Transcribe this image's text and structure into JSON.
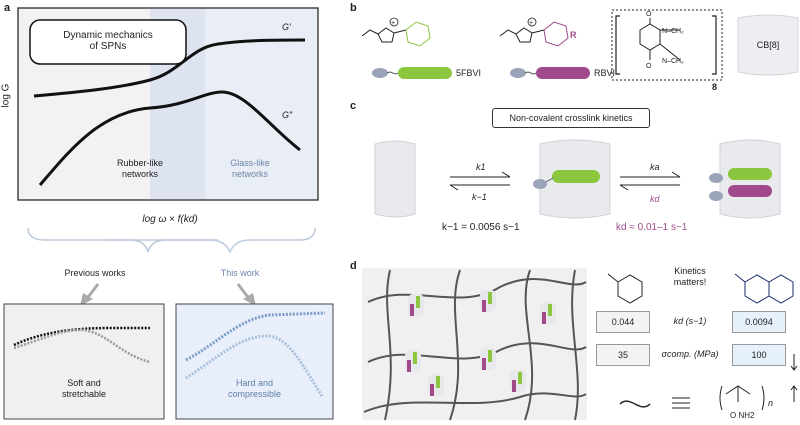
{
  "panel_labels": {
    "a": "a",
    "b": "b",
    "c": "c",
    "d": "d"
  },
  "panel_a": {
    "callout": "Dynamic mechanics\nof SPNs",
    "ylabel": "log G",
    "xlabel": "log ω × f(kd)",
    "curve_upper": "G′",
    "curve_lower": "G″",
    "region_left": "Rubber-like\nnetworks",
    "region_right": "Glass-like\nnetworks",
    "branch_left": "Previous works",
    "branch_right": "This work",
    "card_left": "Soft and\nstretchable",
    "card_right": "Hard and\ncompressible",
    "colors": {
      "plot_bg": "#f2f2f2",
      "glass_band": "#dde3ef",
      "blue": "#7a9cc6",
      "card_blue": "#e9effa"
    }
  },
  "panel_b": {
    "mol1_label": "5FBVI",
    "mol2_label": "RBVI",
    "mol2_substituent": "R",
    "cb_label": "CB[8]",
    "repeat_subscript": "8",
    "colors": {
      "green": "#8cc63e",
      "purple": "#a04a8c"
    }
  },
  "panel_c": {
    "title": "Non-covalent crosslink kinetics",
    "k1": "k1",
    "k_minus1": "k−1",
    "ka": "ka",
    "kd": "kd",
    "rate_left": "k−1 = 0.0056 s−1",
    "rate_right": "kd ≈ 0.01–1 s−1"
  },
  "panel_d": {
    "kinetics_label": "Kinetics\nmatters!",
    "rows": [
      {
        "left": "0.044",
        "middle": "kd (s−1)",
        "right": "0.0094"
      },
      {
        "left": "35",
        "middle": "σcomp. (MPa)",
        "right": "100"
      }
    ],
    "polymer_subscript": "n",
    "amide_label": "O   NH2"
  }
}
